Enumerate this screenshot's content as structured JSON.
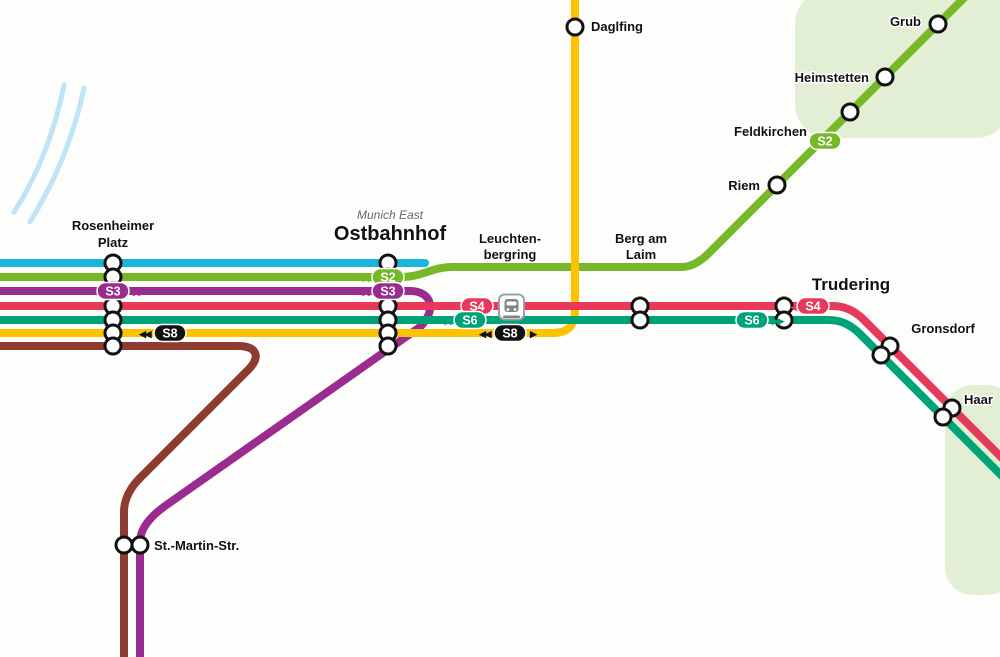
{
  "colors": {
    "s1": "#1ab5d8",
    "s2": "#77b829",
    "s3": "#9b2c8f",
    "s4": "#e73a5b",
    "s6": "#00a278",
    "s7": "#8e3b32",
    "s8_line": "#fdc300",
    "s8_badge_bg": "#111111",
    "station_stroke": "#111111",
    "river": "#bfe5f5",
    "park": "#e2efd5",
    "label": "#111111",
    "sublabel": "#5e686d"
  },
  "badges": {
    "s2": "S2",
    "s3": "S3",
    "s4": "S4",
    "s6": "S6",
    "s8": "S8"
  },
  "arrows": {
    "left": "◀◀",
    "right": "▶▶",
    "left1": "◀",
    "right1": "▶"
  },
  "stations": {
    "daglfing": {
      "name": "Daglfing"
    },
    "grub": {
      "name": "Grub"
    },
    "heimstetten": {
      "name": "Heimstetten"
    },
    "feldkirchen": {
      "name": "Feldkirchen"
    },
    "riem": {
      "name": "Riem"
    },
    "rosenheimer_platz": {
      "line1": "Rosenheimer",
      "line2": "Platz"
    },
    "ostbahnhof": {
      "name": "Ostbahnhof",
      "subtitle": "Munich East"
    },
    "leuchtenbergring": {
      "line1": "Leuchten-",
      "line2": "bergring"
    },
    "berg_am_laim": {
      "line1": "Berg am",
      "line2": "Laim"
    },
    "trudering": {
      "name": "Trudering"
    },
    "gronsdorf": {
      "name": "Gronsdorf"
    },
    "haar": {
      "name": "Haar"
    },
    "st_martin_str": {
      "name": "St.-Martin-Str."
    }
  }
}
